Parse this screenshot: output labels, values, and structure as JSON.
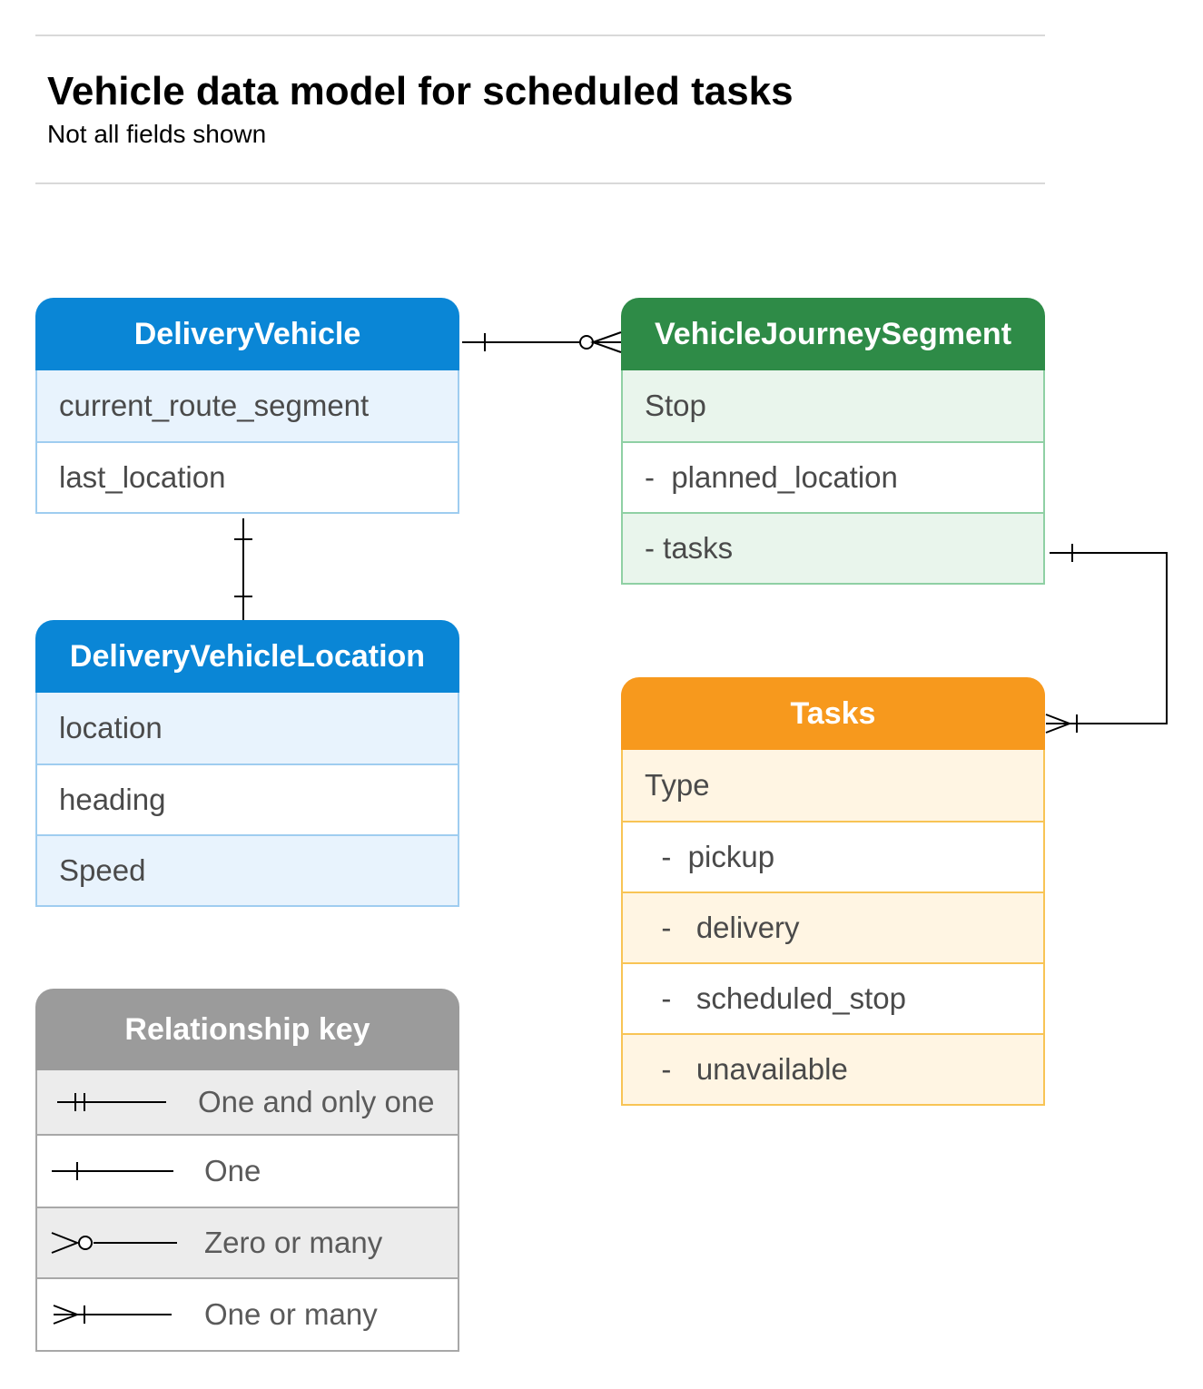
{
  "title": "Vehicle data model for scheduled tasks",
  "subtitle": "Not all fields shown",
  "entities": {
    "delivery_vehicle": {
      "name": "DeliveryVehicle",
      "fields": [
        "current_route_segment",
        "last_location"
      ]
    },
    "delivery_vehicle_location": {
      "name": "DeliveryVehicleLocation",
      "fields": [
        "location",
        "heading",
        "Speed"
      ]
    },
    "vehicle_journey_segment": {
      "name": "VehicleJourneySegment",
      "fields": [
        "Stop",
        "-  planned_location",
        "- tasks"
      ]
    },
    "tasks": {
      "name": "Tasks",
      "fields": [
        "Type",
        "  -  pickup",
        "  -   delivery",
        "  -   scheduled_stop",
        "  -   unavailable"
      ]
    }
  },
  "relationship_key": {
    "title": "Relationship key",
    "items": [
      {
        "symbol": "one-and-only-one-icon",
        "label": "One and only one"
      },
      {
        "symbol": "one-icon",
        "label": "One"
      },
      {
        "symbol": "zero-or-many-icon",
        "label": "Zero or many"
      },
      {
        "symbol": "one-or-many-icon",
        "label": "One or many"
      }
    ]
  },
  "colors": {
    "blue_header": "#0a86d6",
    "green_header": "#2e8b47",
    "orange_header": "#f7991d",
    "gray_header": "#9b9b9b"
  }
}
